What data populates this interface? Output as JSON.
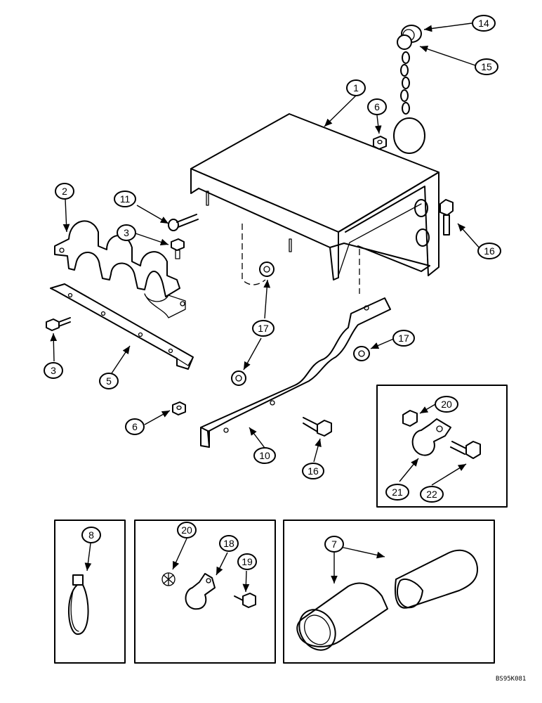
{
  "callouts": [
    {
      "id": "c1",
      "label": "1"
    },
    {
      "id": "c2",
      "label": "2"
    },
    {
      "id": "c3a",
      "label": "3"
    },
    {
      "id": "c3b",
      "label": "3"
    },
    {
      "id": "c5",
      "label": "5"
    },
    {
      "id": "c6a",
      "label": "6"
    },
    {
      "id": "c6b",
      "label": "6"
    },
    {
      "id": "c7",
      "label": "7"
    },
    {
      "id": "c8",
      "label": "8"
    },
    {
      "id": "c10",
      "label": "10"
    },
    {
      "id": "c11",
      "label": "11"
    },
    {
      "id": "c14",
      "label": "14"
    },
    {
      "id": "c15",
      "label": "15"
    },
    {
      "id": "c16a",
      "label": "16"
    },
    {
      "id": "c16b",
      "label": "16"
    },
    {
      "id": "c17a",
      "label": "17"
    },
    {
      "id": "c17b",
      "label": "17"
    },
    {
      "id": "c18",
      "label": "18"
    },
    {
      "id": "c19",
      "label": "19"
    },
    {
      "id": "c20a",
      "label": "20"
    },
    {
      "id": "c20b",
      "label": "20"
    },
    {
      "id": "c21",
      "label": "21"
    },
    {
      "id": "c22",
      "label": "22"
    }
  ],
  "reference_code": "BS95K081"
}
